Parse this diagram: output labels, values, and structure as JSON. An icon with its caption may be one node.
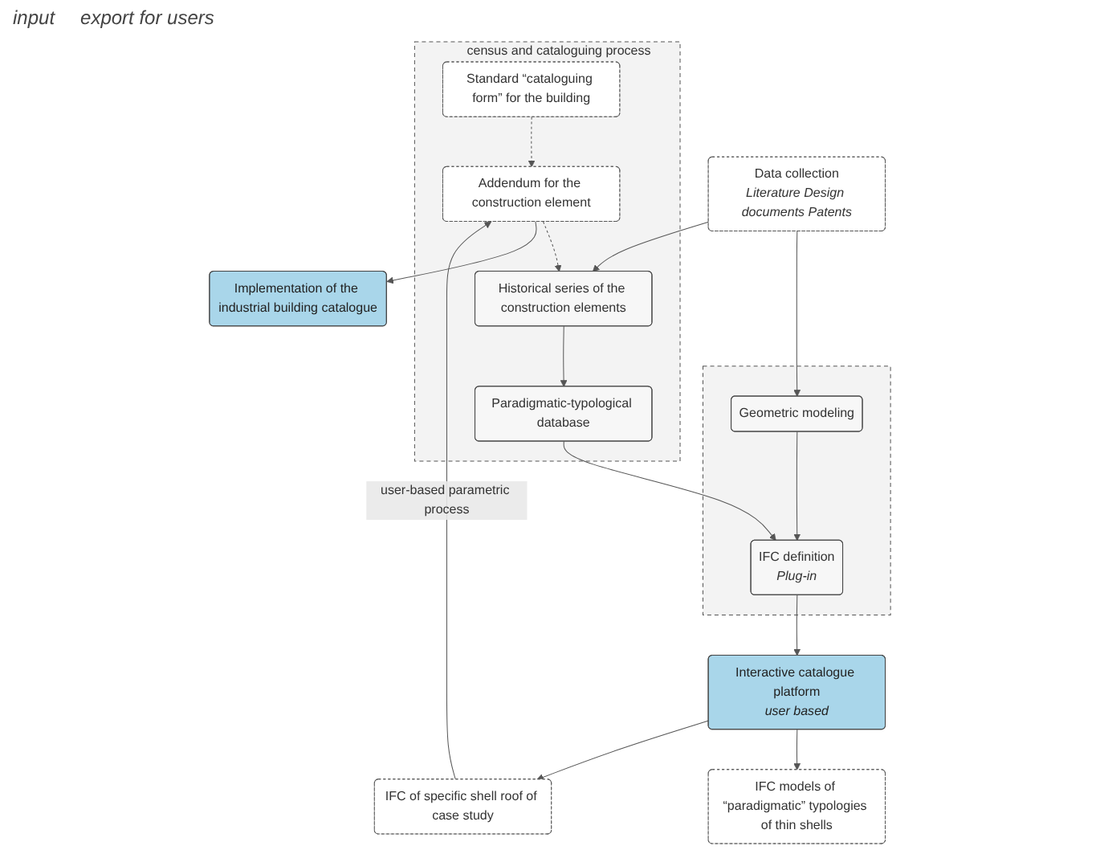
{
  "diagram": {
    "nodes": [
      {
        "text": [
          "census and cataloguing process"
        ]
      },
      {
        "text": [
          "Standard “cataloguing form” for the building"
        ],
        "in": 0
      },
      {
        "text": [
          "Addendum for the construction element"
        ],
        "in": 0
      },
      {
        "text": [
          "Historical series of the construction elements"
        ],
        "in": 0
      },
      {
        "text": [
          "Paradigmatic-typological database"
        ],
        "in": 0
      },
      {
        "text": [
          "Implementation of the industrial building catalogue"
        ]
      },
      {
        "text": [
          "Data collection",
          "Literature Design documents Patents"
        ]
      },
      {
        "text": [],
        "shape": "box"
      },
      {
        "text": [
          "Geometric modeling"
        ],
        "in": 7
      },
      {
        "text": [
          "IFC definition",
          "Plug-in"
        ],
        "in": 7
      },
      {
        "text": [
          "Interactive catalogue platform",
          "user based"
        ]
      },
      {
        "text": [
          "IFC models of “paradigmatic” typologies of thin shells"
        ]
      },
      {
        "text": [
          "IFC of specific shell roof of case study"
        ]
      }
    ],
    "edges": [
      {
        "from": 1,
        "to": 2,
        "arrow": "to",
        "style": "dashed"
      },
      {
        "from": 2,
        "to": 3,
        "arrow": "to",
        "style": "dashed"
      },
      {
        "from": 2,
        "to": 5,
        "arrow": "to"
      },
      {
        "from": 6,
        "to": 3,
        "arrow": "to"
      },
      {
        "from": 6,
        "to": 8,
        "arrow": "to"
      },
      {
        "from": 3,
        "to": 4,
        "arrow": "to"
      },
      {
        "from": 4,
        "to": 9,
        "arrow": "to"
      },
      {
        "from": 8,
        "to": 9,
        "arrow": "to"
      },
      {
        "from": 9,
        "to": 10,
        "arrow": "to"
      },
      {
        "from": 10,
        "to": 11,
        "arrow": "to"
      },
      {
        "from": 10,
        "to": 12,
        "arrow": "to"
      },
      {
        "from": 12,
        "to": 2,
        "arrow": "to",
        "label": "user-based parametric process"
      }
    ],
    "labels": [
      "input",
      "export for users"
    ]
  }
}
